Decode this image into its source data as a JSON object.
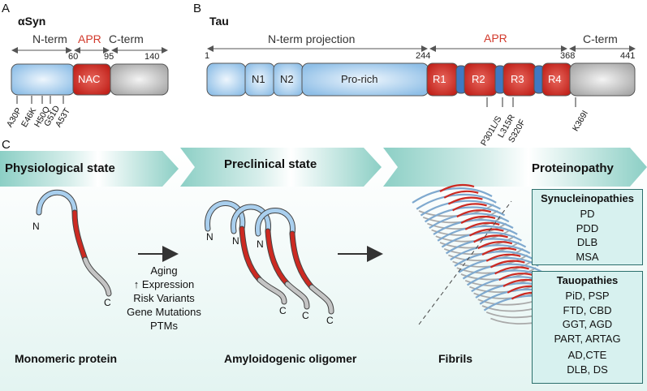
{
  "panel_a": {
    "letter": "A",
    "title": "αSyn",
    "regions": {
      "nterm": "N-term",
      "apr": "APR",
      "cterm": "C-term"
    },
    "positions": [
      "60",
      "95",
      "140"
    ],
    "domains": {
      "nac": "NAC"
    },
    "mutations": [
      "A30P",
      "E46K",
      "H50Q",
      "G51D",
      "A53T"
    ]
  },
  "panel_b": {
    "letter": "B",
    "title": "Tau",
    "regions": {
      "nterm": "N-term projection",
      "apr": "APR",
      "cterm": "C-term"
    },
    "positions": [
      "1",
      "244",
      "368",
      "441"
    ],
    "domains": {
      "n1": "N1",
      "n2": "N2",
      "prorich": "Pro-rich",
      "r1": "R1",
      "r2": "R2",
      "r3": "R3",
      "r4": "R4"
    },
    "mutations": [
      "P301L/S",
      "L315R",
      "S320F",
      "K369I"
    ]
  },
  "panel_c": {
    "letter": "C",
    "states": {
      "physiological": "Physiological state",
      "preclinical": "Preclinical state",
      "proteinopathy": "Proteinopathy"
    },
    "factors": [
      "Aging",
      "↑ Expression",
      "Risk Variants",
      "Gene Mutations",
      "PTMs"
    ],
    "captions": {
      "monomer": "Monomeric protein",
      "oligomer": "Amyloidogenic oligomer",
      "fibrils": "Fibrils"
    },
    "terminal_labels": {
      "n": "N",
      "c": "C"
    },
    "synucleinopathies": {
      "header": "Synucleinopathies",
      "items": [
        "PD",
        "PDD",
        "DLB",
        "MSA"
      ]
    },
    "tauopathies": {
      "header": "Tauopathies",
      "items": [
        "PiD, PSP",
        "FTD, CBD",
        "GGT, AGD",
        "PART, ARTAG"
      ],
      "items_after_divider": [
        "AD,CTE",
        "DLB, DS"
      ]
    }
  },
  "colors": {
    "blue_domain": "#a9cfee",
    "red_domain": "#cc2a22",
    "grey_domain": "#c4c4c4",
    "teal_arrow": "#9ad4cc",
    "accent_red": "#d23a2c"
  }
}
